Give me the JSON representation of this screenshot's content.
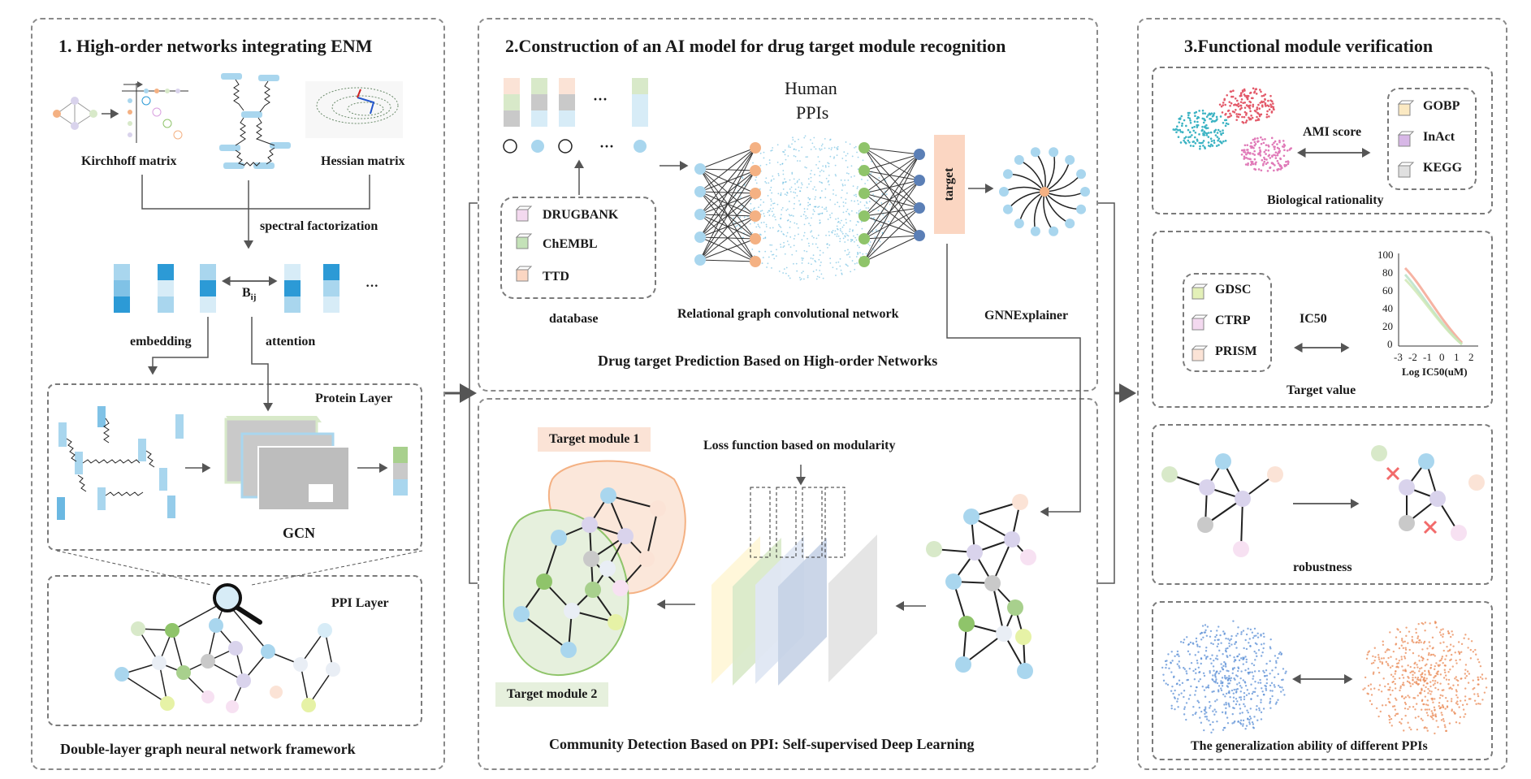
{
  "panel1": {
    "title": "1. High-order networks integrating  ENM",
    "kirchhoff": "Kirchhoff matrix",
    "hessian": "Hessian matrix",
    "spectral": "spectral factorization",
    "bij_main": "B",
    "bij_sub": "ij",
    "embedding": "embedding",
    "attention": "attention",
    "protein_layer": "Protein Layer",
    "gcn": "GCN",
    "ppi_layer": "PPI Layer",
    "footer": "Double-layer graph neural network framework",
    "ellipsis": "···"
  },
  "panel2": {
    "title": "2.Construction of an AI model for drug target module recognition",
    "human_ppis_1": "Human",
    "human_ppis_2": "PPIs",
    "databases": [
      "DRUGBANK",
      "ChEMBL",
      "TTD"
    ],
    "database_label": "database",
    "rgcn_label": "Relational graph convolutional network",
    "gnnexplainer": "GNNExplainer",
    "target": "target",
    "drug_target_prediction": "Drug target Prediction Based on High-order Networks",
    "target_module_1": "Target module 1",
    "target_module_2": "Target module 2",
    "loss_function": "Loss function based on modularity",
    "community_detection": "Community Detection Based on PPI: Self-supervised Deep Learning",
    "ellipsis": "···"
  },
  "panel3": {
    "title": "3.Functional module verification",
    "ami_score": "AMI score",
    "bio_sets": [
      "GOBP",
      "InAct",
      "KEGG"
    ],
    "bio_rationality": "Biological rationality",
    "drug_sets": [
      "GDSC",
      "CTRP",
      "PRISM"
    ],
    "ic50": "IC50",
    "target_value": "Target value",
    "axis_y_ticks": [
      "100",
      "80",
      "60",
      "40",
      "20",
      "0"
    ],
    "axis_x_ticks": [
      "-3",
      "-2",
      "-1",
      "0",
      "1",
      "2"
    ],
    "axis_x_label": "Log IC50(uM)",
    "robustness": "robustness",
    "generalization": "The generalization ability of different PPIs"
  },
  "colors": {
    "blue": "#2c9ad6",
    "light_blue": "#a9d6ee",
    "pale_blue": "#d7ecf7",
    "green": "#8fc46a",
    "orange": "#f4b183",
    "pale_green": "#d8e9c9",
    "lime": "#e6f2a6",
    "lavender": "#d9d3ec",
    "grey": "#c9c9c9",
    "pink": "#f7e1f2"
  }
}
